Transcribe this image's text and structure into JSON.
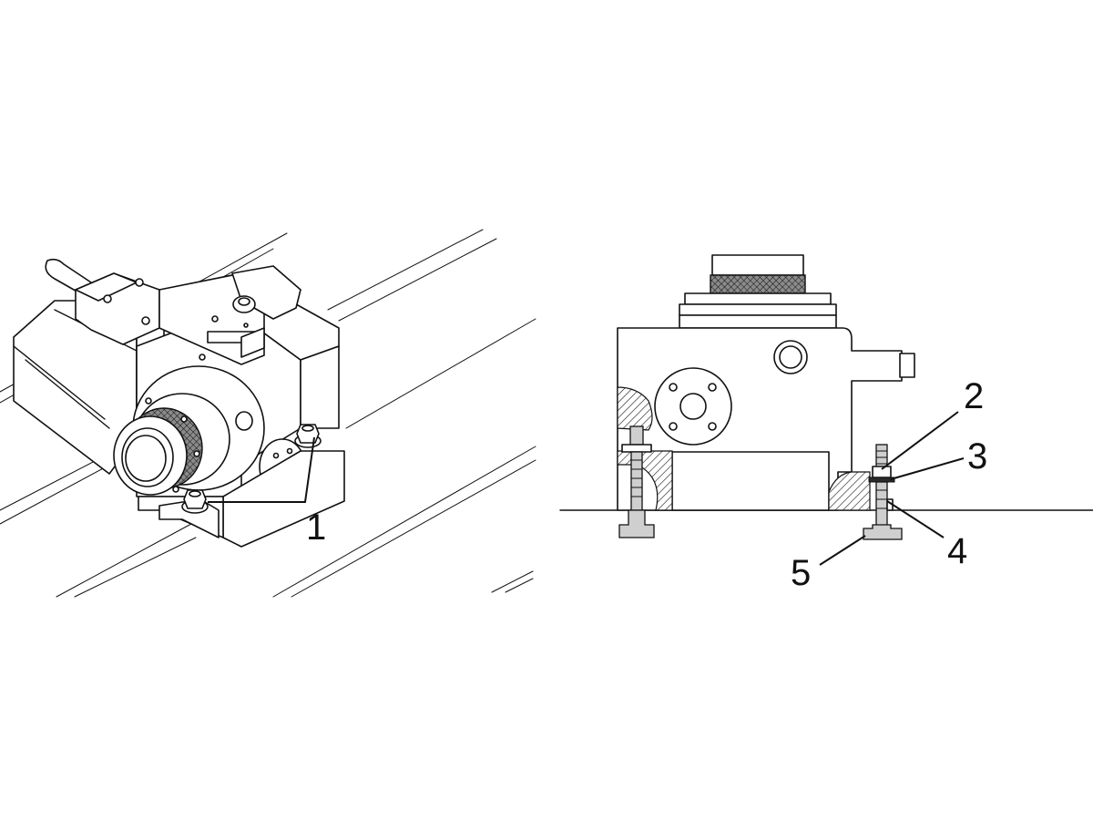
{
  "callouts": {
    "c1": "1",
    "c2": "2",
    "c3": "3",
    "c4": "4",
    "c5": "5"
  },
  "colors": {
    "line": "#111111",
    "background": "#ffffff",
    "part_fill": "#cfcfcf"
  }
}
